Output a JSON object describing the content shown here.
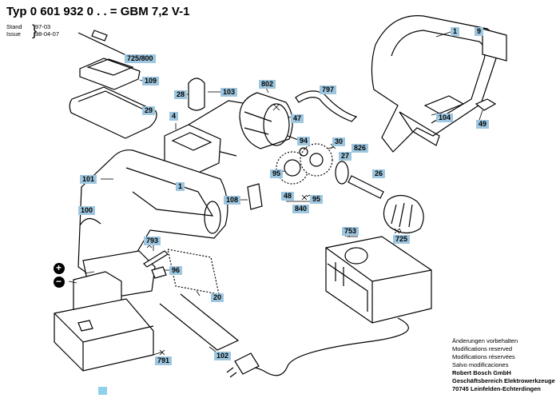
{
  "header": {
    "title": "Typ 0 601 932 0 . . = GBM 7,2 V-1",
    "stand_label": "Stand",
    "issue_label": "Issue",
    "stand_value": "97-03",
    "issue_value": "98-04-07"
  },
  "footer": {
    "lines": [
      "Änderungen vorbehalten",
      "Modifications reserved",
      "Modifications réservées",
      "Salvo modificaciones"
    ],
    "company": [
      "Robert Bosch GmbH",
      "Geschäftsbereich Elektrowerkzeuge",
      "70745 Leinfelden-Echterdingen"
    ]
  },
  "parts": [
    "725/800",
    "109",
    "29",
    "28",
    "103",
    "802",
    "797",
    "4",
    "47",
    "94",
    "826",
    "30",
    "27",
    "26",
    "1",
    "9",
    "104",
    "49",
    "101",
    "108",
    "95",
    "48",
    "840",
    "100",
    "753",
    "725",
    "793",
    "96",
    "20",
    "791",
    "102"
  ],
  "symbols": [
    "+",
    "−"
  ]
}
